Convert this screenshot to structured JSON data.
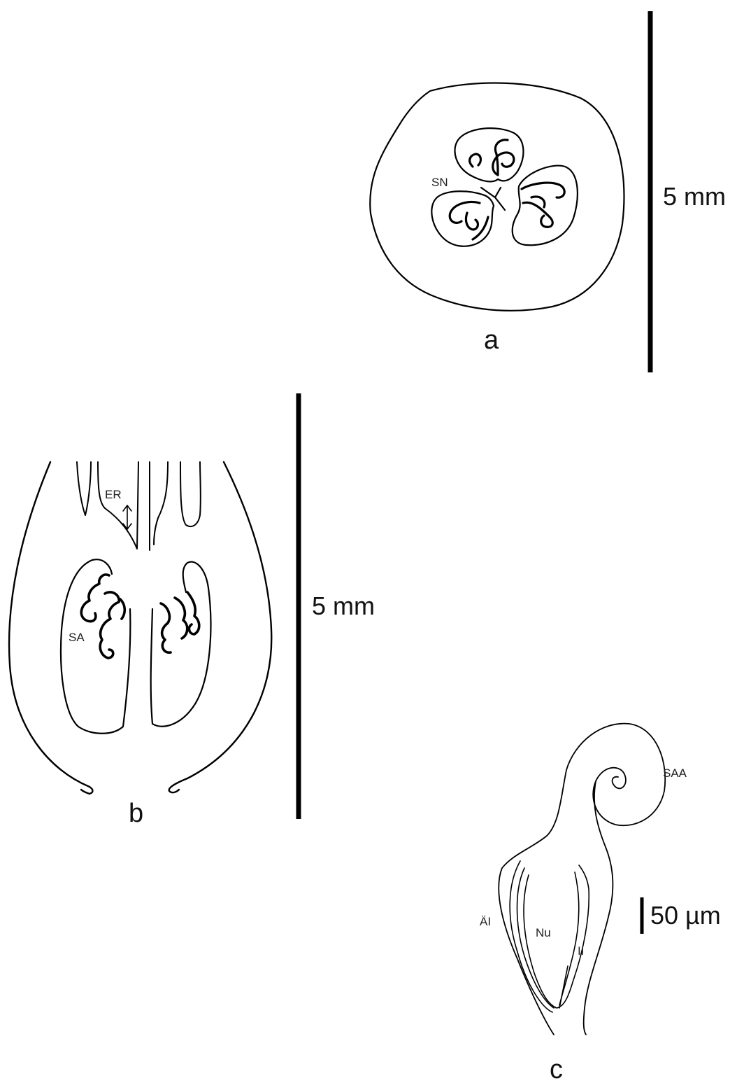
{
  "panels": {
    "a": {
      "panel_label": "a",
      "labels": {
        "sn": "SN"
      },
      "scale_bar_label": "5 mm"
    },
    "b": {
      "panel_label": "b",
      "labels": {
        "er": "ER",
        "sa": "SA"
      },
      "scale_bar_label": "5 mm"
    },
    "c": {
      "panel_label": "c",
      "labels": {
        "saa": "SAA",
        "ai": "ÄI",
        "nu": "Nu",
        "ii": "II"
      },
      "scale_bar_label": "50 µm"
    }
  }
}
